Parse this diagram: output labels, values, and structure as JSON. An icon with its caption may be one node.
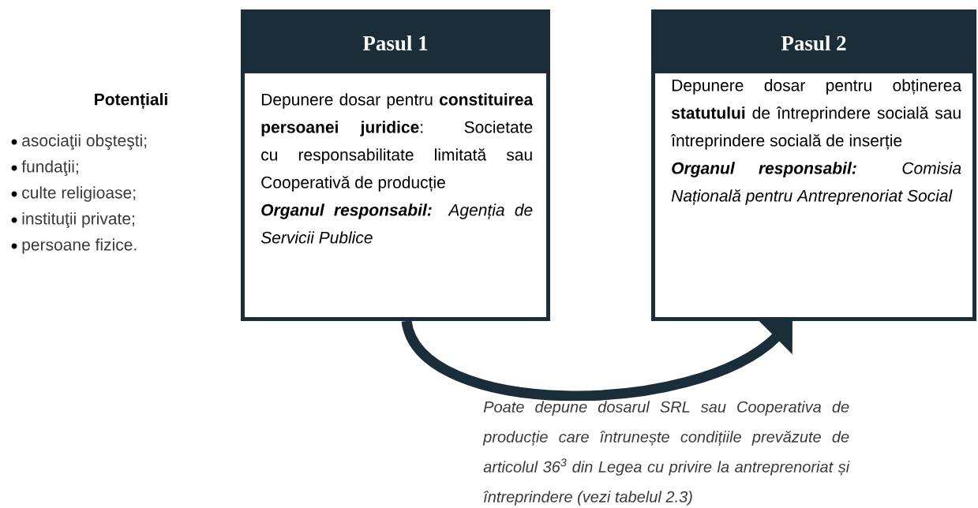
{
  "diagram": {
    "nodes": [
      {
        "text": [
          "Pasul 1",
          "Depunere dosar pentru **constituirea persoanei juridice**: Societate cu responsabilitate limitată sau Cooperativă de producție",
          "**Organul responsabil:** Agenția de Servicii Publice"
        ]
      },
      {
        "text": [
          "Pasul 2",
          "Depunere dosar pentru obținerea **statutului** de întreprindere socială sau întreprindere socială de inserție",
          "**Organul responsabil:** Comisia Națională pentru Antreprenoriat Social"
        ]
      }
    ],
    "edges": [
      {
        "from": 0,
        "to": 1,
        "arrow": "to",
        "label": "Poate depune dosarul SRL sau Cooperativa de producție care întrunește condițiile prevăzute de articolul 36$^{3}$ din Legea cu privire la antreprenoriat și întreprindere (vezi tabelul 2.3)"
      }
    ],
    "labels": [
      "Potențiali",
      "asociaţii obşteşti;",
      "fundaţii;",
      "culte religioase;",
      "instituţii private;",
      "persoane fizice."
    ]
  }
}
